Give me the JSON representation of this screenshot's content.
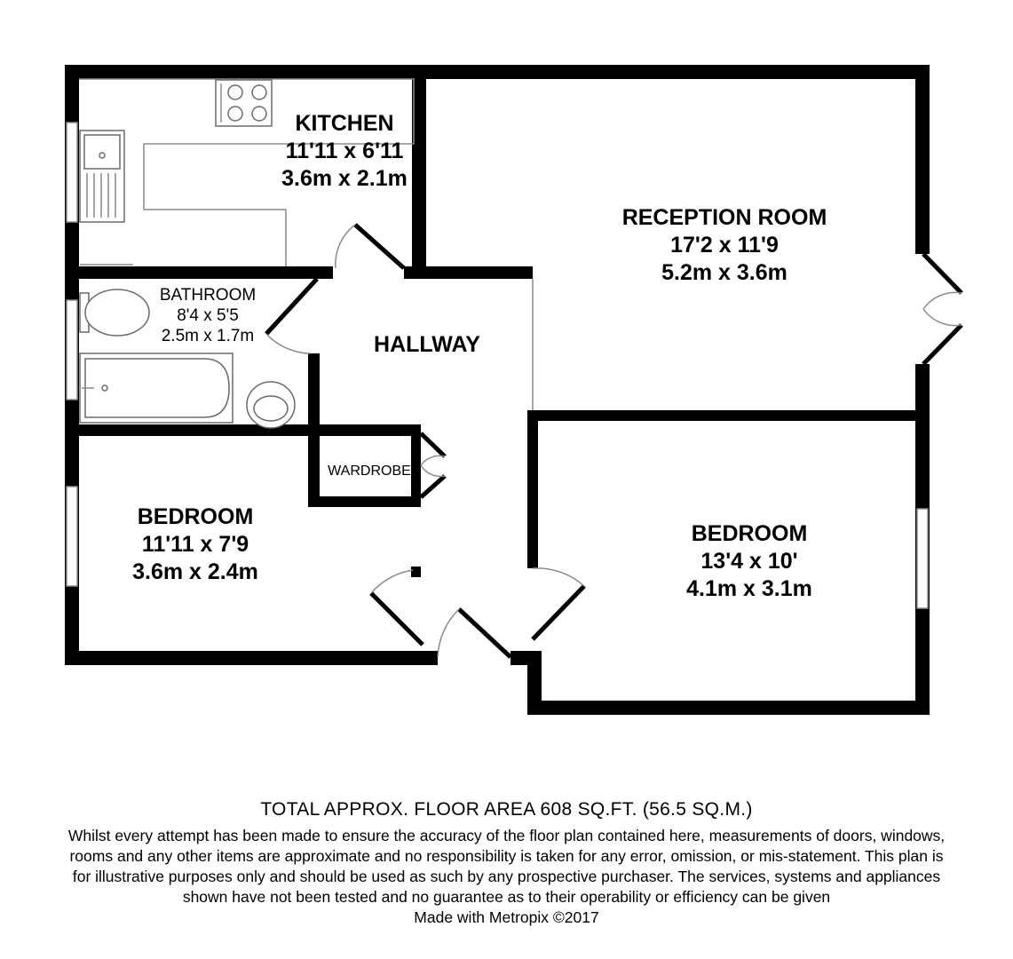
{
  "rooms": {
    "kitchen": {
      "name": "KITCHEN",
      "imperial": "11'11 x 6'11",
      "metric": "3.6m x 2.1m"
    },
    "reception": {
      "name": "RECEPTION ROOM",
      "imperial": "17'2 x 11'9",
      "metric": "5.2m x 3.6m"
    },
    "bathroom": {
      "name": "BATHROOM",
      "imperial": "8'4 x 5'5",
      "metric": "2.5m x 1.7m"
    },
    "hallway": {
      "name": "HALLWAY"
    },
    "wardrobe": {
      "name": "WARDROBE"
    },
    "bedroom1": {
      "name": "BEDROOM",
      "imperial": "11'11 x 7'9",
      "metric": "3.6m x 2.4m"
    },
    "bedroom2": {
      "name": "BEDROOM",
      "imperial": "13'4 x 10'",
      "metric": "4.1m x 3.1m"
    }
  },
  "footer": {
    "total_area": "TOTAL APPROX. FLOOR AREA 608 SQ.FT. (56.5 SQ.M.)",
    "disclaimer": "Whilst every attempt has been made to ensure the accuracy of the floor plan contained here, measurements of doors, windows, rooms and any other items are approximate and no responsibility is taken for any error, omission, or mis-statement. This plan is for illustrative purposes only and should be used as such by any prospective purchaser. The services, systems and appliances shown have not been tested and no guarantee as to their operability or efficiency can be given",
    "made_with": "Made with Metropix ©2017"
  }
}
